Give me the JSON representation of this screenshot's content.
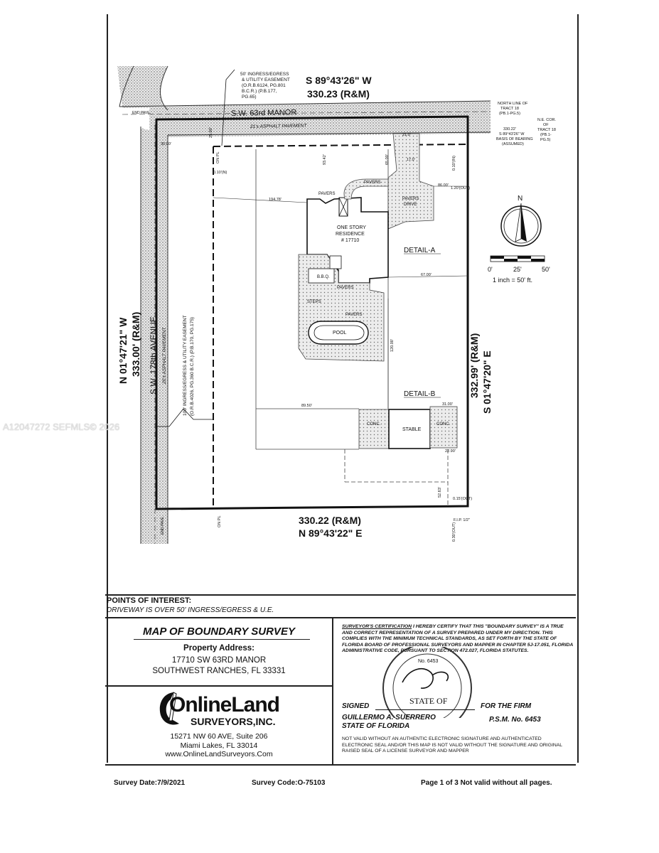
{
  "plat": {
    "top_bearing": "S 89°43'26\" W",
    "top_distance": "330.23 (R&M)",
    "bottom_distance": "330.22 (R&M)",
    "bottom_bearing": "N 89°43'22\" E",
    "left_bearing": "N 01°47'21\" W",
    "left_distance": "333.00' (R&M)",
    "right_distance": "332.99' (R&M)",
    "right_bearing": "S 01°47'20\" E",
    "street_north": "S.W. 63rd MANOR",
    "street_north_pavement": "21'± ASPHALT PAVEMENT",
    "street_west": "S.W. 178th AVENUE",
    "street_west_pavement": "20'± ASPHALT PAVEMENT",
    "easement_north": [
      "50' INGRESS/EGRESS",
      "& UTILITY EASEMENT",
      "(O.R.B.6124, PG.801",
      "B.C.R.) (P.B.177,",
      "PG.65)"
    ],
    "easement_west": [
      "100' INGRESS/EGRESS & UTILITY EASEMENT",
      "(O.R.B.4026, PG.360 B.C.R.) (P.B.170, PG.175)"
    ],
    "north_line_note": [
      "NORTH LINE OF",
      "TRACT 18",
      "(PB.1-PG.5)",
      "330.22'",
      "S 89°43'26\" W",
      "BASIS OF BEARING",
      "(ASSUMED)"
    ],
    "ne_corner_note": [
      "N.E. COR.",
      "OF",
      "TRACT 18",
      "(PB.1-",
      "PG.5)"
    ],
    "residence": [
      "ONE STORY",
      "RESIDENCE",
      "# 17710"
    ],
    "pavers": "PAVERS",
    "pavers_drive": [
      "PAVERS",
      "DRIVE"
    ],
    "pool": "POOL",
    "steps": "STEPS",
    "bbq": "B.B.Q.",
    "stable": "STABLE",
    "conc": "CONC.",
    "detail_a": "DETAIL-A",
    "detail_b": "DETAIL-B",
    "dims": {
      "d30": "30.00'",
      "d25": "25.00'",
      "d21": "21.0'",
      "d17": "17.0'",
      "d86": "86.00'",
      "d194": "194.78'",
      "d67": "67.00'",
      "d89": "89.50'",
      "d31": "31.00'",
      "d22": "22.90'",
      "d52": "52.63'",
      "d93": "93.42'",
      "d65": "65.00'",
      "d120": "120.00'",
      "out120": "1.20'(OUT)",
      "in010a": "0.10'(N)",
      "in010b": "0.10'(IN)",
      "out015": "0.15'(OUT)",
      "out030": "0.30'(OUT)",
      "fip": "F.I.P. 1/2\"",
      "onpl": "ON PL",
      "enp": "END PAVE."
    },
    "north_arrow_label": "N",
    "scale_ticks": [
      "0'",
      "25'",
      "50'"
    ],
    "scale_text": "1 inch = 50' ft."
  },
  "points_of_interest": {
    "heading": "POINTS OF INTEREST:",
    "text": "DRIVEWAY IS OVER 50' INGRESS/EGRESS & U.E."
  },
  "title_block": {
    "map_title": "MAP OF BOUNDARY SURVEY",
    "property_label": "Property Address:",
    "address_line1": "17710 SW 63RD MANOR",
    "address_line2": "SOUTHWEST RANCHES, FL 33331",
    "company_name": "OnlineLand",
    "company_sub": "SURVEYORS,INC.",
    "company_addr1": "15271 NW 60 AVE, Suite 206",
    "company_addr2": "Miami Lakes, FL 33014",
    "company_web": "www.OnlineLandSurveyors.Com",
    "cert_label": "SURVEYOR'S CERTIFICATION",
    "cert_text": "I HEREBY CERTIFY THAT THIS \"BOUNDARY SURVEY\" IS A TRUE AND CORRECT REPRESENTATION OF A SURVEY PREPARED UNDER MY DIRECTION. THIS COMPLIES WITH THE MINIMUM TECHNICAL STANDARDS, AS SET FORTH BY THE STATE OF FLORIDA BOARD OF PROFESSIONAL SURVEYORS AND MAPPER IN CHAPTER 5J-17.051, FLORIDA ADMINISTRATIVE CODE, PURSUANT TO SECTION 472.027, FLORIDA STATUTES.",
    "signed": "SIGNED",
    "for_firm": "FOR THE FIRM",
    "surveyor_name": "GUILLERMO A. SUERRERO",
    "state": "STATE OF FLORIDA",
    "psm": "P.S.M. No. 6453",
    "seal_no": "No. 6453",
    "seal_state": "STATE OF",
    "validity_note": "NOT VALID WITHOUT AN AUTHENTIC ELECTRONIC SIGNATURE AND AUTHENTICATED ELECTRONIC SEAL AND/OR THIS MAP IS NOT VALID WITHOUT THE SIGNATURE AND ORIGINAL RAISED SEAL OF A LICENSE SURVEYOR AND MAPPER"
  },
  "footer": {
    "survey_date": "Survey Date:7/9/2021",
    "survey_code": "Survey Code:O-75103",
    "page_note": "Page 1 of 3  Not valid without all pages."
  },
  "watermark": "A12047272  SEFMLS© 2026"
}
